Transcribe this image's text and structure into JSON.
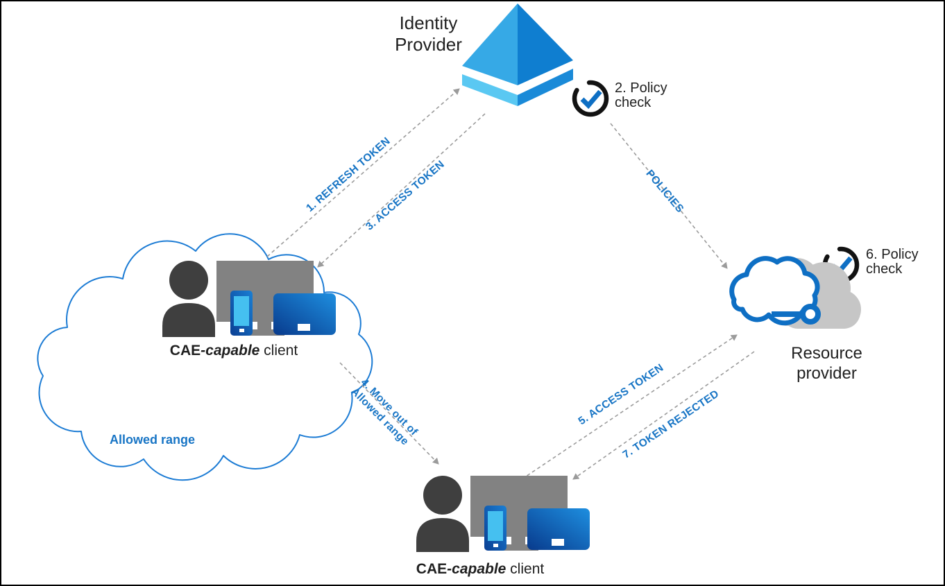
{
  "colors": {
    "label_blue": "#1875C5",
    "text_dark": "#1F1F1F",
    "arrow_gray": "#9B9B9B",
    "range_cloud_blue": "#1B7BD4",
    "icon_blue": "#0E6FC4",
    "person_gray": "#3F3F3F",
    "monitor_gray": "#828282",
    "resource_cloud_gray": "#C6C6C6",
    "check_ring_black": "#121212"
  },
  "nodes": {
    "identity_provider": {
      "line1": "Identity",
      "line2": "Provider"
    },
    "policy_check_idp": {
      "line1": "2. Policy",
      "line2": "check"
    },
    "policy_check_rp": {
      "line1": "6. Policy",
      "line2": "check"
    },
    "resource_provider": {
      "line1": "Resource",
      "line2": "provider"
    },
    "client_in_range": {
      "acronym": "CAE",
      "qualifier": "-capable",
      "rest": " client"
    },
    "client_out_of_range": {
      "acronym": "CAE",
      "qualifier": "-capable",
      "rest": " client"
    },
    "allowed_range_label": "Allowed range"
  },
  "edges": {
    "refresh_token": "1. REFRESH TOKEN",
    "access_token_from_idp": "3. ACCESS TOKEN",
    "policies": "POLICIES",
    "move_out_line1": "4. Move out of",
    "move_out_line2": "Allowed range",
    "access_token_to_rp": "5. ACCESS TOKEN",
    "token_rejected": "7. TOKEN REJECTED"
  }
}
